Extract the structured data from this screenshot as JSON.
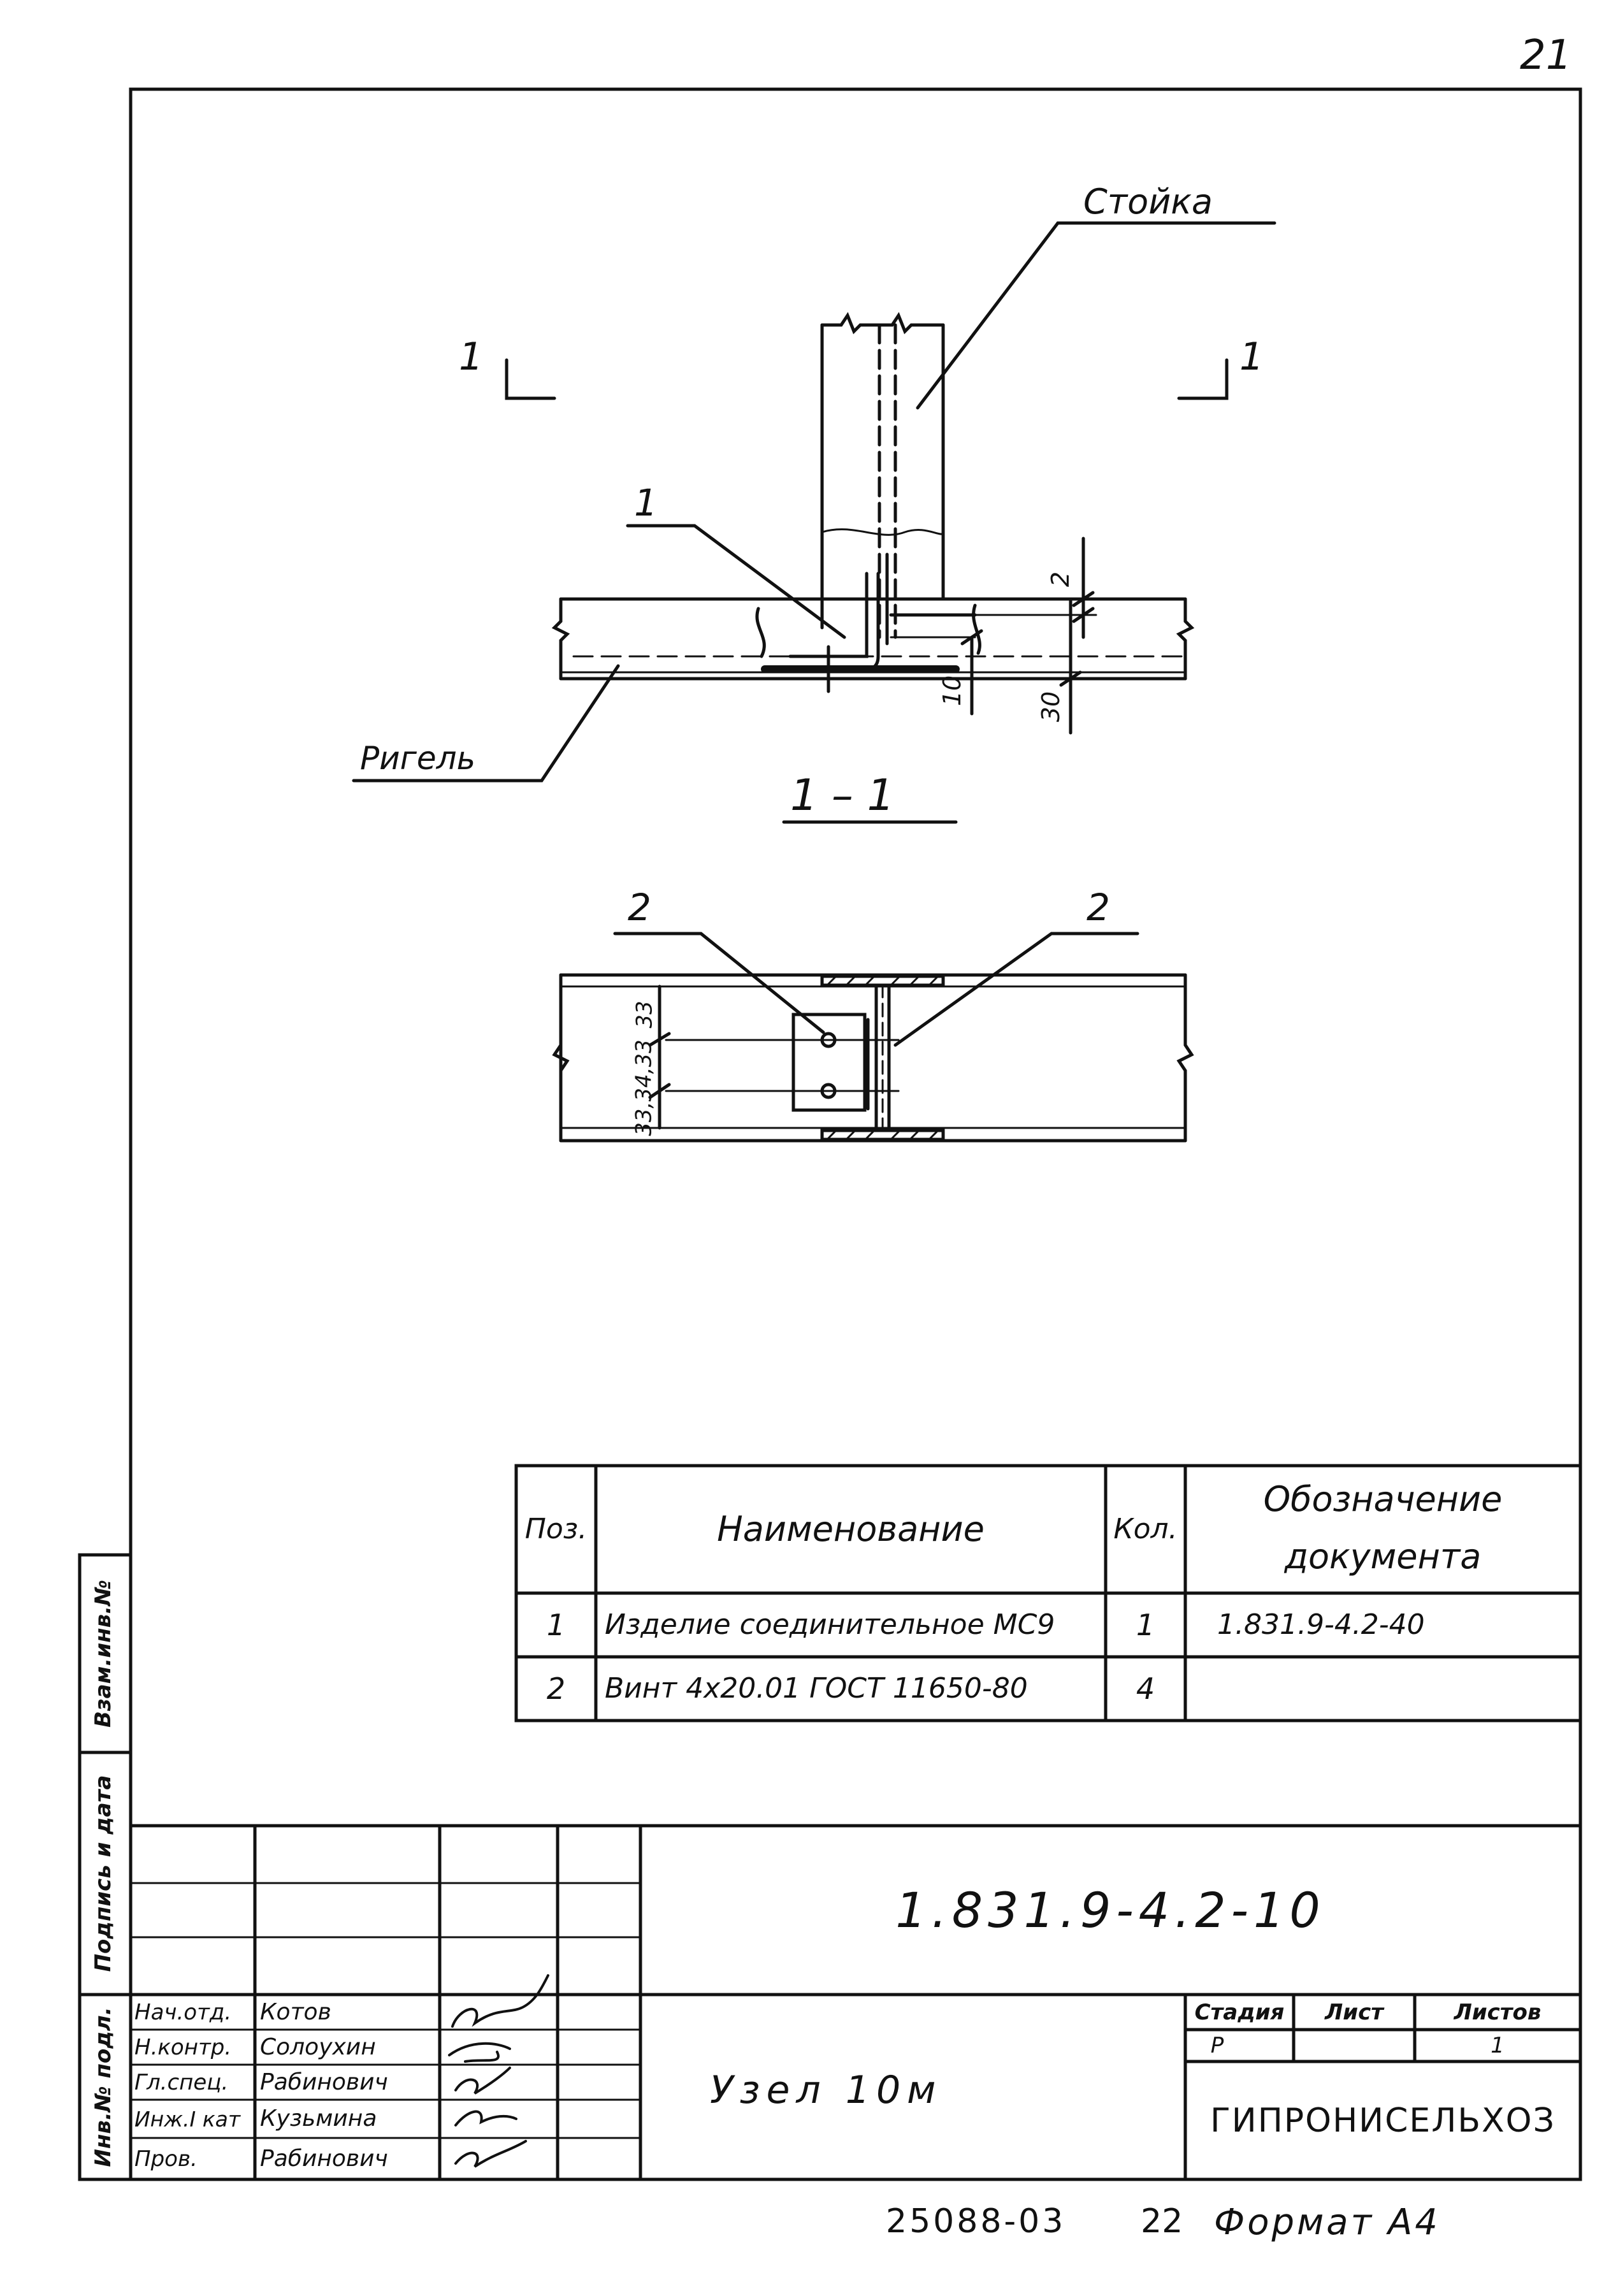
{
  "page_number": "21",
  "drawing": {
    "label_stoyka": "Стойка",
    "label_rigel": "Ригель",
    "section_mark_left": "1",
    "section_mark_right": "1",
    "section_title": "1 – 1",
    "callout_top": "1",
    "callout_left_2": "2",
    "callout_right_2": "2",
    "dim_2": "2",
    "dim_10": "10",
    "dim_30": "30",
    "dim_33_top": "33",
    "dim_33_34": "33,34,33"
  },
  "spec_table": {
    "headers": {
      "pos": "Поз.",
      "name": "Наименование",
      "qty": "Кол.",
      "doc_line1": "Обозначение",
      "doc_line2": "документа"
    },
    "rows": [
      {
        "pos": "1",
        "name": "Изделие соединительное МС9",
        "qty": "1",
        "doc": "1.831.9-4.2-40"
      },
      {
        "pos": "2",
        "name": "Винт 4х20.01 ГОСТ 11650-80",
        "qty": "4",
        "doc": ""
      }
    ]
  },
  "title_block": {
    "designation": "1.831.9-4.2-10",
    "title": "Узел 10м",
    "stage_header": "Стадия",
    "sheet_header": "Лист",
    "sheets_header": "Листов",
    "stage": "Р",
    "sheet": "",
    "sheets": "1",
    "organization": "ГИПРОНИСЕЛЬХОЗ",
    "roles": [
      {
        "role": "Нач.отд.",
        "name": "Котов"
      },
      {
        "role": "Н.контр.",
        "name": "Солоухин"
      },
      {
        "role": "Гл.спец.",
        "name": "Рабинович"
      },
      {
        "role": "Инж.I кат",
        "name": "Кузьмина"
      },
      {
        "role": "Пров.",
        "name": "Рабинович"
      }
    ]
  },
  "side_stamp": {
    "inv_orig": "Инв.№ подл.",
    "sign_date": "Подпись и дата",
    "inv_repl": "Взам.инв.№"
  },
  "footer": {
    "code": "25088-03",
    "num": "22",
    "format": "Формат А4"
  }
}
